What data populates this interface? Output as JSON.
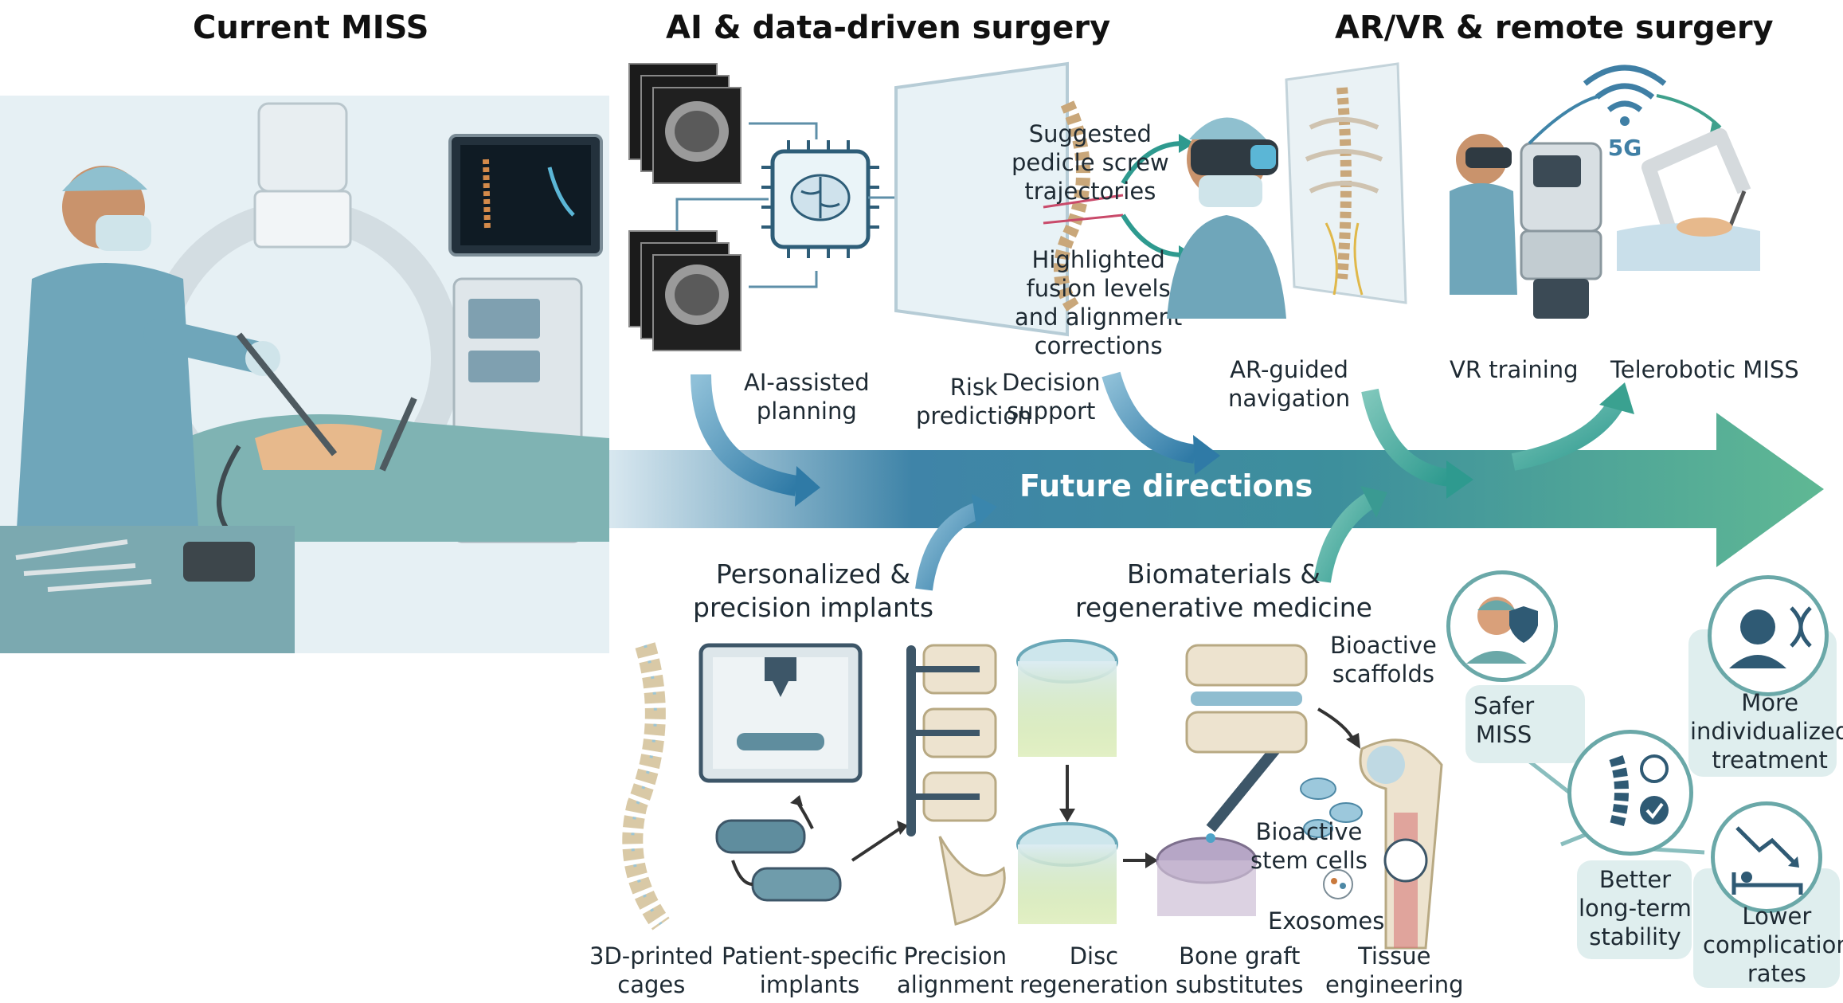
{
  "headings": {
    "current_miss": "Current MISS",
    "ai_surgery": "AI & data-driven surgery",
    "arvr_surgery": "AR/VR & remote surgery"
  },
  "banner": {
    "label": "Future directions"
  },
  "ai": {
    "suggested": [
      "Suggested",
      "pedicle screw",
      "trajectories"
    ],
    "highlighted": [
      "Highlighted",
      "fusion levels",
      "and alignment",
      "corrections"
    ],
    "planning": [
      "AI-assisted",
      "planning"
    ],
    "risk": [
      "Risk",
      "prediction"
    ],
    "decision": [
      "Decision",
      "support"
    ]
  },
  "arvr": {
    "ar_nav": [
      "AR-guided",
      "navigation"
    ],
    "vr_training": "VR training",
    "telerobotic": "Telerobotic MISS",
    "network_badge": "5G"
  },
  "implants": {
    "title": [
      "Personalized &",
      "precision implants"
    ],
    "cages": [
      "3D-printed",
      "cages"
    ],
    "patient_specific": [
      "Patient-specific",
      "implants"
    ],
    "alignment": [
      "Precision",
      "alignment"
    ]
  },
  "biomaterials": {
    "title": [
      "Biomaterials &",
      "regenerative medicine"
    ],
    "scaffolds": [
      "Bioactive",
      "scaffolds"
    ],
    "stem_cells": [
      "Bioactive",
      "stem cells"
    ],
    "exosomes": "Exosomes",
    "disc": [
      "Disc",
      "regeneration"
    ],
    "bone_graft": [
      "Bone graft",
      "substitutes"
    ],
    "tissue": [
      "Tissue",
      "engineering"
    ]
  },
  "outcomes": {
    "safer": [
      "Safer",
      "MISS"
    ],
    "individualized": [
      "More",
      "individualized",
      "treatment"
    ],
    "stability": [
      "Better",
      "long-term",
      "stability"
    ],
    "complication": [
      "Lower",
      "complication",
      "rates"
    ]
  }
}
